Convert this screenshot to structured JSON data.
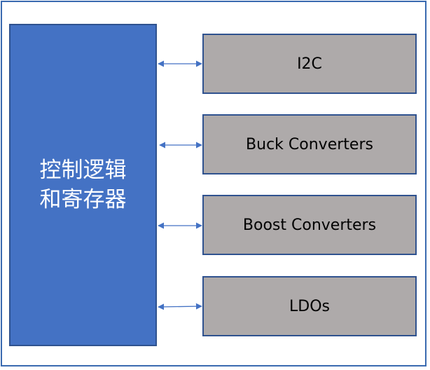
{
  "controller": {
    "label": "控制逻辑和寄存器"
  },
  "modules": [
    {
      "label": "I2C"
    },
    {
      "label": "Buck Converters"
    },
    {
      "label": "Boost Converters"
    },
    {
      "label": "LDOs"
    }
  ],
  "colors": {
    "controller_fill": "#4472c4",
    "module_fill": "#aeaaaa",
    "border": "#2f528f",
    "arrow": "#4472c4"
  },
  "connections": [
    {
      "from": "控制逻辑和寄存器",
      "to": "I2C",
      "direction": "bidirectional"
    },
    {
      "from": "控制逻辑和寄存器",
      "to": "Buck Converters",
      "direction": "bidirectional"
    },
    {
      "from": "控制逻辑和寄存器",
      "to": "Boost Converters",
      "direction": "bidirectional"
    },
    {
      "from": "控制逻辑和寄存器",
      "to": "LDOs",
      "direction": "bidirectional"
    }
  ]
}
